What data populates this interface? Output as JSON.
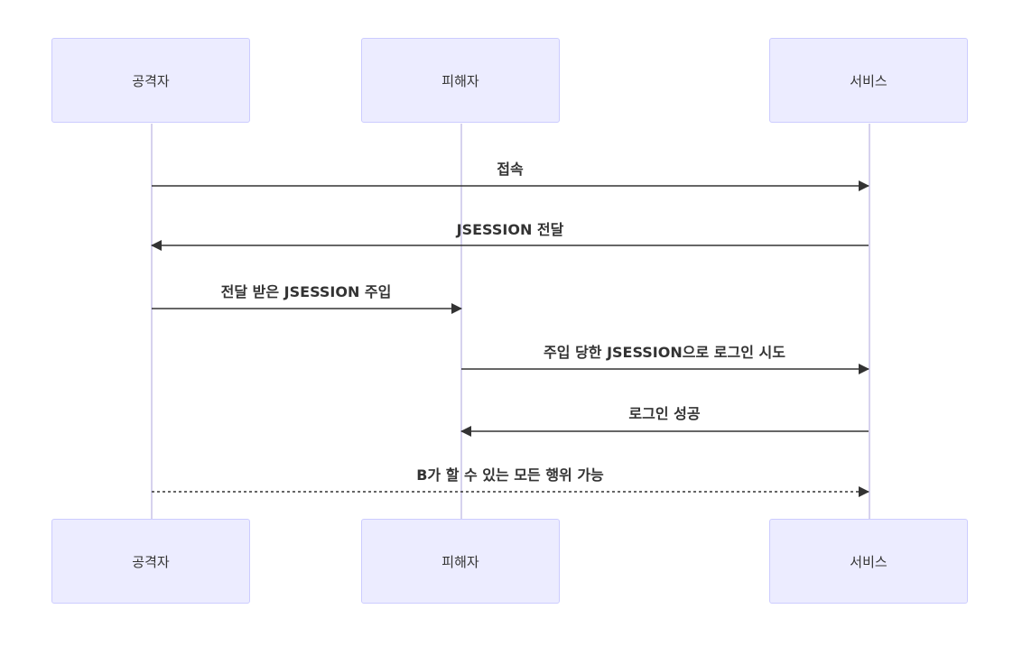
{
  "participants": [
    {
      "id": "attacker",
      "label": "공격자"
    },
    {
      "id": "victim",
      "label": "피해자"
    },
    {
      "id": "service",
      "label": "서비스"
    }
  ],
  "messages": [
    {
      "from": "attacker",
      "to": "service",
      "label": "접속",
      "style": "solid"
    },
    {
      "from": "service",
      "to": "attacker",
      "label": "JSESSION 전달",
      "style": "solid"
    },
    {
      "from": "attacker",
      "to": "victim",
      "label": "전달 받은 JSESSION 주입",
      "style": "solid"
    },
    {
      "from": "victim",
      "to": "service",
      "label": "주입 당한 JSESSION으로 로그인 시도",
      "style": "solid"
    },
    {
      "from": "service",
      "to": "victim",
      "label": "로그인 성공",
      "style": "solid"
    },
    {
      "from": "attacker",
      "to": "service",
      "label": "B가 할 수 있는 모든 행위 가능",
      "style": "dotted"
    }
  ],
  "colors": {
    "actor_fill": "#ececff",
    "actor_border": "#ccccff",
    "lifeline": "#d6d2ee",
    "arrow": "#333333"
  }
}
